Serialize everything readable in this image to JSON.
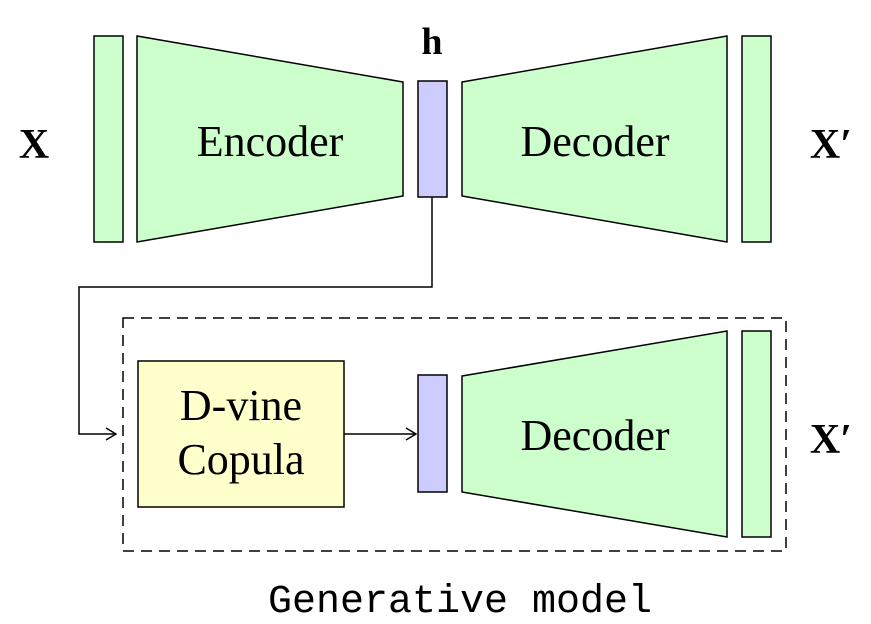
{
  "labels": {
    "input": "X",
    "latent": "h",
    "output_top": "X′",
    "output_bottom": "X′",
    "encoder": "Encoder",
    "decoder_top": "Decoder",
    "decoder_bottom": "Decoder",
    "copula_line1": "D-vine",
    "copula_line2": "Copula",
    "generative_caption": "Generative model"
  },
  "colors": {
    "green_fill": "#ccffcc",
    "latent_fill": "#ccccff",
    "copula_fill": "#ffffcc",
    "stroke": "#000000",
    "text": "#000000"
  }
}
